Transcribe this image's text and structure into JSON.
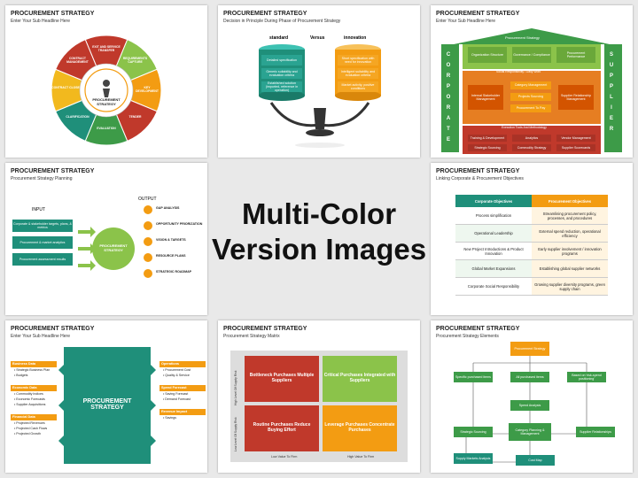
{
  "center_title": [
    "Multi-Color",
    "Version Images"
  ],
  "common_title": "PROCUREMENT STRATEGY",
  "tile1": {
    "subtitle": "Enter Your Sub Headline Here",
    "hub": "PROCUREMENT STRATEGY",
    "segments": [
      "EXIT AND SERVICE TRANSFER",
      "REQUIREMENTS CAPTURE",
      "KEY DEVELOPMENT",
      "TENDER",
      "EVALUATION",
      "CLARIFICATION",
      "CONTRACT CLOSE",
      "CONTRACT MANAGEMENT"
    ]
  },
  "tile2": {
    "subtitle": "Decision in Principle During Phase of Procurement Strategy",
    "standard": "standard",
    "versus": "Versus",
    "innovation": "innovation",
    "left_items": [
      "Detailed specification",
      "Generic suitability and evaluation criteria",
      "Established solution (imported, reference in operation)"
    ],
    "right_items": [
      "Short specification with need for innovation",
      "Intelligent suitability and evaluation criteria",
      "Market activity, positive conditions"
    ]
  },
  "tile3": {
    "subtitle": "Enter Your Sub Headline Here",
    "left_pillar": "Corporate",
    "right_pillar": "SUPPLIER",
    "roof": "Procurement Strategy",
    "row1": [
      "Organization Structure",
      "Governance / Compliance",
      "Procurement Performance"
    ],
    "band1": "Social Responsibility / Daily Work",
    "internal": "Internal Stakeholder Management",
    "cat": "Category Management",
    "sourcing": "Projects Sourcing",
    "p2p": "Procurement To Pay",
    "supplier_rel": "Supplier Relationship Management",
    "band2": "Execution Tools And Methodology",
    "row3": [
      "Training & Development",
      "Analytics",
      "Vendor Management"
    ],
    "row4": [
      "Strategic Sourcing",
      "Commodity Strategy",
      "Supplier Scorecards"
    ]
  },
  "tile4": {
    "subtitle": "Procurement Strategy Planning",
    "input": "INPUT",
    "output": "OUTPUT",
    "hub": "PROCUREMENT STRATEGY",
    "inputs": [
      "Corporate & stakeholder targets, plans, & metrics",
      "Procurement & market analytics",
      "Procurement assessment results"
    ],
    "outputs": [
      "GAP ANALYSIS",
      "OPPORTUNITY PRIORIZATION",
      "VISION & TARGETS",
      "RESOURCE PLANS",
      "STRATEGIC ROADMAP"
    ]
  },
  "tile5": {
    "title": "PROCUREMENT STRATEGY",
    "subtitle": "Linking Corporate & Procurement Objectives",
    "headers": [
      "Corporate Objectives",
      "Procurement Objectives"
    ],
    "rows": [
      [
        "Process simplification",
        "Streamlining procurement policy, processes, and procedures"
      ],
      [
        "Operational Leadership",
        "External spend reduction, operational efficiency"
      ],
      [
        "New Project Introductions & Product Innovation",
        "Early supplier involvement / innovation programs"
      ],
      [
        "Global Market Expansions",
        "Establishing global supplier networks"
      ],
      [
        "Corporate Social Responsibility",
        "Growing supplier diversity programs, green supply chain"
      ]
    ]
  },
  "tile6": {
    "subtitle": "Enter Your Sub Headline Here",
    "center": "PROCUREMENT STRATEGY",
    "left": [
      {
        "h": "Business Data",
        "items": [
          "Strategic Business Plan",
          "Budgets"
        ]
      },
      {
        "h": "Economic Data",
        "items": [
          "Commodity Indices",
          "Economic Forecasts",
          "Supplier Acquisitions"
        ]
      },
      {
        "h": "Financial Data",
        "items": [
          "Projected Revenues",
          "Projected Cash Flows",
          "Projected Growth"
        ]
      }
    ],
    "right": [
      {
        "h": "Operations",
        "items": [
          "Procurement Cost",
          "Quality & Service"
        ]
      },
      {
        "h": "Spend Forecast",
        "items": [
          "Saving Forecast",
          "Demand Forecast"
        ]
      },
      {
        "h": "Revenue Impact",
        "items": [
          "Savings"
        ]
      }
    ]
  },
  "tile7": {
    "subtitle": "Procurement Strategy Matrix",
    "quads": [
      "Bottleneck Purchases Multiple Suppliers",
      "Critical Purchases Integrated with Suppliers",
      "Routine Purchases Reduce Buying Effort",
      "Leverage Purchases Concentrate Purchases"
    ],
    "y_top": "High Level Of Supply Risk",
    "y_bottom": "Low Level Of Supply Risk",
    "x_left": "Low Value To Firm",
    "x_right": "High Value To Firm"
  },
  "tile8": {
    "subtitle": "Procurement Strategy Elements",
    "top": "Procurement Strategy",
    "nodes": [
      "Specific purchased items",
      "All purchased items",
      "Based on 'risk-spend positioning'",
      "Spend Analysis",
      "Strategic Sourcing",
      "Category Planning & Management",
      "Supplier Relationships",
      "Supply Markets Analysis",
      "Cost Map"
    ]
  },
  "colors": {
    "green": "#3d9b48",
    "teal": "#1f8f7a",
    "orange": "#f39c12",
    "red": "#c0392b",
    "lime": "#8bc34a",
    "yellow": "#f2b91e"
  }
}
